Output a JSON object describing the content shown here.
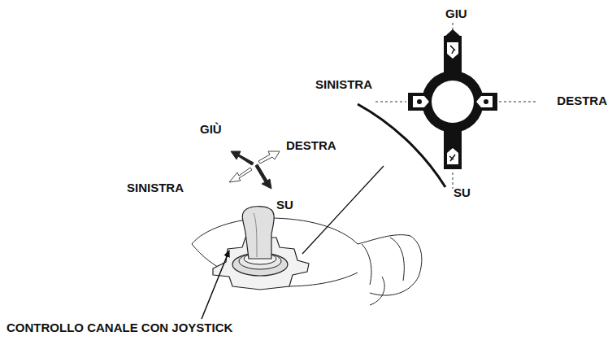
{
  "diagram": {
    "labels": [
      "GIU",
      "SINISTRA",
      "DESTRA",
      "GIÙ",
      "DESTRA",
      "SINISTRA",
      "SU",
      "SU",
      "CONTROLLO CANALE CON JOYSTICK"
    ]
  }
}
